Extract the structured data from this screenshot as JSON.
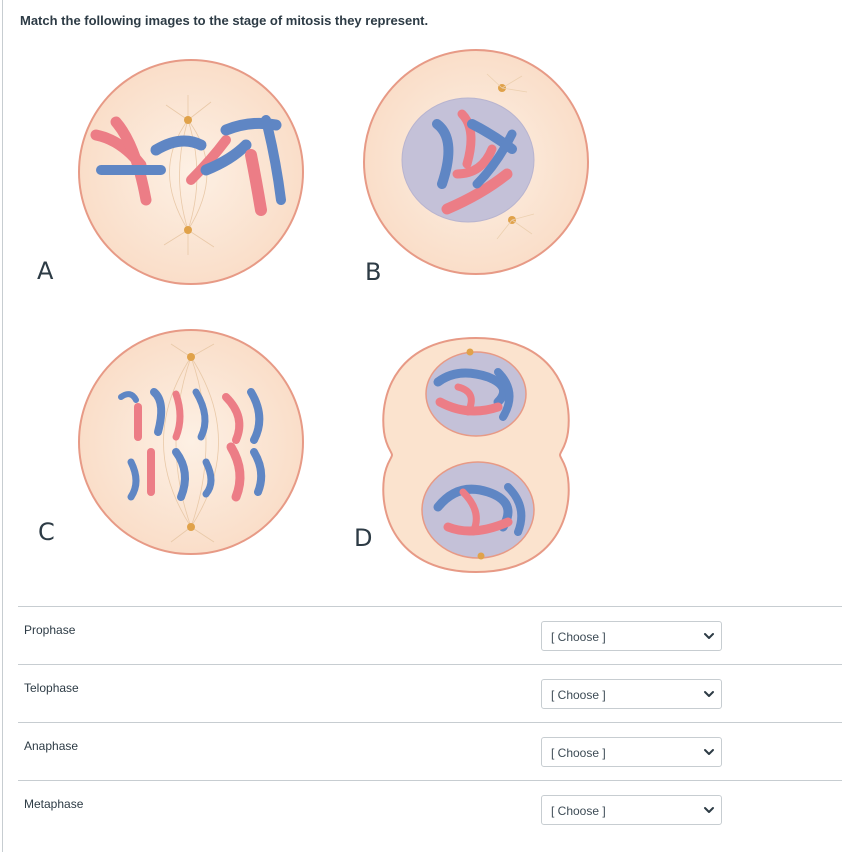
{
  "question": {
    "text": "Match the following images to the stage of mitosis they represent."
  },
  "figures": [
    {
      "letter": "A"
    },
    {
      "letter": "B"
    },
    {
      "letter": "C"
    },
    {
      "letter": "D"
    }
  ],
  "colors": {
    "cell_fill": "#fbe3ce",
    "cell_border": "#e79a86",
    "chromosome_red": "#ec7d86",
    "chromosome_blue": "#5f86c4",
    "nucleus": "#c4c1d8"
  },
  "matches": [
    {
      "label": "Prophase",
      "selected": "[ Choose ]"
    },
    {
      "label": "Telophase",
      "selected": "[ Choose ]"
    },
    {
      "label": "Anaphase",
      "selected": "[ Choose ]"
    },
    {
      "label": "Metaphase",
      "selected": "[ Choose ]"
    }
  ]
}
